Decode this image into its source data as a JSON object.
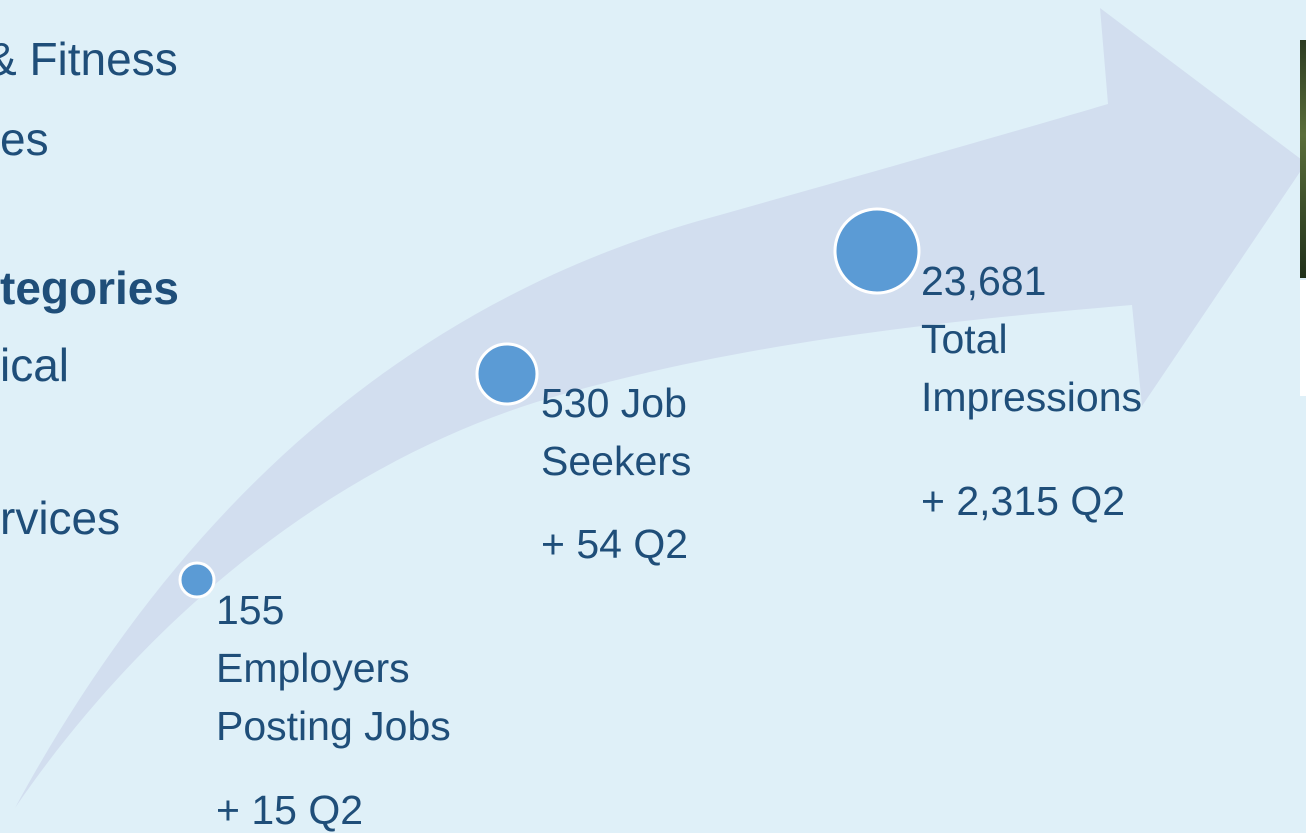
{
  "left_list": {
    "line1": "& Fitness",
    "line2": "es",
    "line3": "tegories",
    "line4": "ical",
    "line5": "rvices"
  },
  "colors": {
    "background": "#dff0f8",
    "arrow": "#d2deef",
    "marker": "#5b9bd5",
    "text": "#1f4e79"
  },
  "metrics": [
    {
      "label": "155\nEmployers\nPosting Jobs",
      "delta": "+ 15 Q2"
    },
    {
      "label": "530 Job\nSeekers",
      "delta": "+ 54 Q2"
    },
    {
      "label": "23,681\nTotal\nImpressions",
      "delta": "+ 2,315 Q2"
    }
  ]
}
